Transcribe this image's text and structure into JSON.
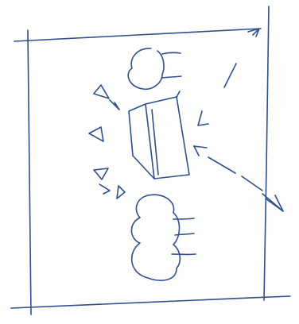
{
  "diagram": {
    "kind": "hand-drawn sketch",
    "paper_color": "#fdfdfb",
    "ink_color": "#2f4f8f",
    "elements": [
      {
        "name": "frame-border",
        "shape": "rectangle"
      },
      {
        "name": "upper-blob",
        "shape": "cloud",
        "tick_marks": 2
      },
      {
        "name": "center-box",
        "shape": "3d-box"
      },
      {
        "name": "lower-blob",
        "shape": "cloud",
        "tick_marks": 3
      },
      {
        "name": "left-triangle-markers",
        "shape": "triangle",
        "count": 6
      },
      {
        "name": "pointing-arrows",
        "shape": "arrow",
        "count": 4
      }
    ]
  }
}
